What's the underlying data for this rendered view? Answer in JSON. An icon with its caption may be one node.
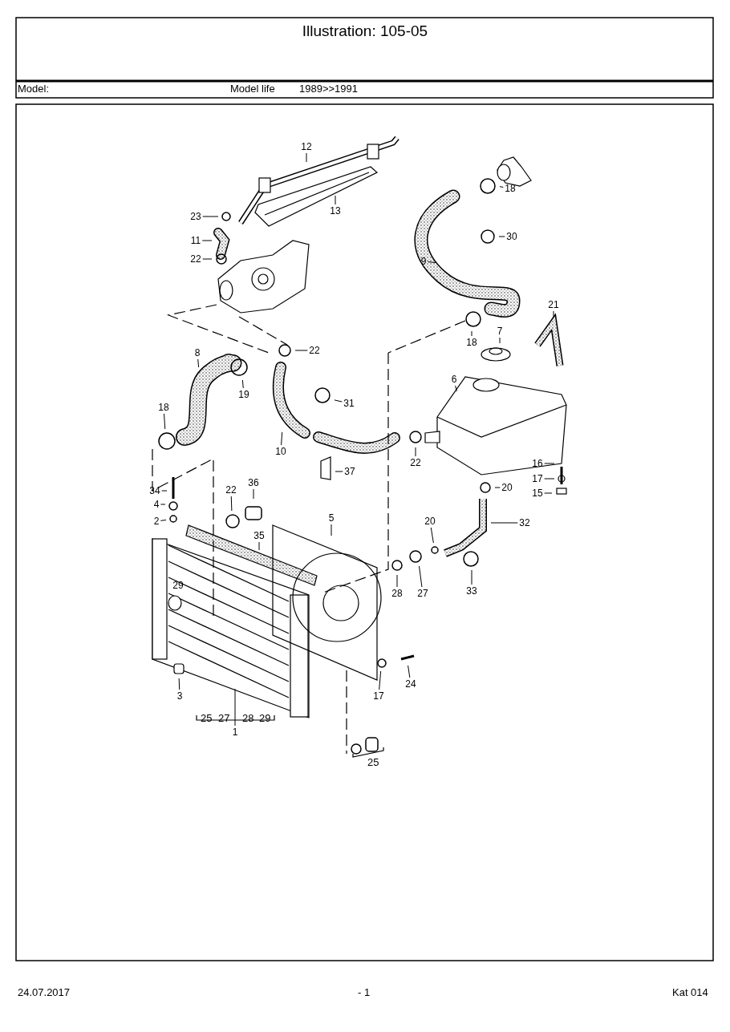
{
  "diagram": {
    "title": "Illustration: 105-05",
    "nodes": [
      {
        "text": [
          "12"
        ]
      },
      {
        "text": [
          "13"
        ]
      },
      {
        "text": [
          "23"
        ]
      },
      {
        "text": [
          "11"
        ]
      },
      {
        "text": [
          "22"
        ]
      },
      {
        "text": [
          "18"
        ]
      },
      {
        "text": [
          "30"
        ]
      },
      {
        "text": [
          "9"
        ]
      },
      {
        "text": [
          "21"
        ]
      },
      {
        "text": [
          "18"
        ]
      },
      {
        "text": [
          "7"
        ]
      },
      {
        "text": [
          "22"
        ]
      },
      {
        "text": [
          "8"
        ]
      },
      {
        "text": [
          "19"
        ]
      },
      {
        "text": [
          "18"
        ]
      },
      {
        "text": [
          "31"
        ]
      },
      {
        "text": [
          "6"
        ]
      },
      {
        "text": [
          "10"
        ]
      },
      {
        "text": [
          "22"
        ]
      },
      {
        "text": [
          "37"
        ]
      },
      {
        "text": [
          "16"
        ]
      },
      {
        "text": [
          "17"
        ]
      },
      {
        "text": [
          "15"
        ]
      },
      {
        "text": [
          "20"
        ]
      },
      {
        "text": [
          "34"
        ]
      },
      {
        "text": [
          "22"
        ]
      },
      {
        "text": [
          "36"
        ]
      },
      {
        "text": [
          "4"
        ]
      },
      {
        "text": [
          "2"
        ]
      },
      {
        "text": [
          "5"
        ]
      },
      {
        "text": [
          "32"
        ]
      },
      {
        "text": [
          "35"
        ]
      },
      {
        "text": [
          "20"
        ]
      },
      {
        "text": [
          "28"
        ]
      },
      {
        "text": [
          "27"
        ]
      },
      {
        "text": [
          "33"
        ]
      },
      {
        "text": [
          "29"
        ]
      },
      {
        "text": [
          "24"
        ]
      },
      {
        "text": [
          "17"
        ]
      },
      {
        "text": [
          "3"
        ]
      },
      {
        "text": [
          "1"
        ]
      }
    ],
    "edges": [
      {
        "from": 0,
        "to": null,
        "arrow": "none"
      },
      {
        "from": 1,
        "to": null,
        "arrow": "none"
      },
      {
        "from": 2,
        "to": null,
        "arrow": "none"
      },
      {
        "from": 3,
        "to": null,
        "arrow": "none"
      },
      {
        "from": 4,
        "to": null,
        "arrow": "none"
      },
      {
        "from": 5,
        "to": null,
        "arrow": "none"
      },
      {
        "from": 6,
        "to": null,
        "arrow": "none"
      },
      {
        "from": 7,
        "to": null,
        "arrow": "none"
      },
      {
        "from": 8,
        "to": null,
        "arrow": "none"
      },
      {
        "from": 9,
        "to": null,
        "arrow": "none"
      },
      {
        "from": 10,
        "to": null,
        "arrow": "none"
      },
      {
        "from": 11,
        "to": null,
        "arrow": "none"
      },
      {
        "from": 12,
        "to": null,
        "arrow": "none"
      },
      {
        "from": 13,
        "to": null,
        "arrow": "none"
      },
      {
        "from": 14,
        "to": null,
        "arrow": "none"
      },
      {
        "from": 15,
        "to": null,
        "arrow": "none"
      },
      {
        "from": 16,
        "to": null,
        "arrow": "none"
      },
      {
        "from": 17,
        "to": null,
        "arrow": "none"
      },
      {
        "from": 18,
        "to": null,
        "arrow": "none"
      },
      {
        "from": 19,
        "to": null,
        "arrow": "none"
      },
      {
        "from": 20,
        "to": null,
        "arrow": "none"
      },
      {
        "from": 21,
        "to": null,
        "arrow": "none"
      },
      {
        "from": 22,
        "to": null,
        "arrow": "none"
      },
      {
        "from": 23,
        "to": null,
        "arrow": "none"
      },
      {
        "from": 24,
        "to": null,
        "arrow": "none"
      },
      {
        "from": 25,
        "to": null,
        "arrow": "none"
      },
      {
        "from": 26,
        "to": null,
        "arrow": "none"
      },
      {
        "from": 27,
        "to": null,
        "arrow": "none"
      },
      {
        "from": 28,
        "to": null,
        "arrow": "none"
      },
      {
        "from": 29,
        "to": null,
        "arrow": "none"
      },
      {
        "from": 30,
        "to": null,
        "arrow": "none"
      },
      {
        "from": 31,
        "to": null,
        "arrow": "none"
      },
      {
        "from": 32,
        "to": null,
        "arrow": "none"
      },
      {
        "from": 33,
        "to": null,
        "arrow": "none"
      },
      {
        "from": 34,
        "to": null,
        "arrow": "none"
      },
      {
        "from": 35,
        "to": null,
        "arrow": "none"
      },
      {
        "from": 36,
        "to": null,
        "arrow": "none"
      },
      {
        "from": 37,
        "to": null,
        "arrow": "none"
      },
      {
        "from": 38,
        "to": null,
        "arrow": "none"
      },
      {
        "from": 39,
        "to": null,
        "arrow": "none"
      },
      {
        "from": 40,
        "to": null,
        "arrow": "none"
      }
    ],
    "labels": [
      "Model:",
      "Model life",
      "1989>>1991",
      "25",
      "27",
      "28",
      "29",
      "25",
      "24.07.2017",
      "- 1",
      "Kat 014"
    ]
  }
}
